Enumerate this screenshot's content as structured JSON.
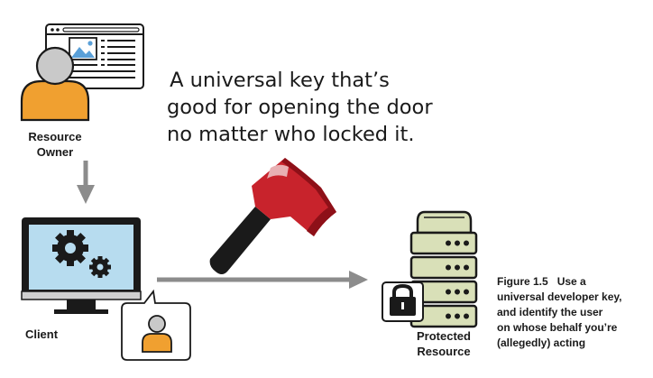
{
  "quote": {
    "lines": [
      "A universal key that’s",
      "good for opening the door",
      "no matter who locked it."
    ]
  },
  "resource_owner": {
    "label_lines": [
      "Resource",
      "Owner"
    ]
  },
  "client": {
    "label": "Client"
  },
  "protected_resource": {
    "label_lines": [
      "Protected",
      "Resource"
    ]
  },
  "caption": {
    "figure": "Figure 1.5",
    "lines": [
      "Use a",
      "universal developer key,",
      "and identify the user",
      "on whose behalf you’re",
      "(allegedly) acting"
    ]
  },
  "icons": {
    "browser": "browser-window-icon",
    "owner_avatar": "user-avatar-icon",
    "client_computer": "computer-monitor-icon",
    "gears": "gears-icon",
    "axe": "axe-icon",
    "server": "server-stack-icon",
    "lock": "padlock-icon",
    "impersonated_user": "user-avatar-icon"
  },
  "colors": {
    "avatar_orange": "#f0a030",
    "avatar_head": "#c9c9c9",
    "screen_blue": "#b7dcef",
    "axe_red": "#c8232c",
    "server_green": "#d9e0b8",
    "arrow_gray": "#8c8c8c"
  }
}
